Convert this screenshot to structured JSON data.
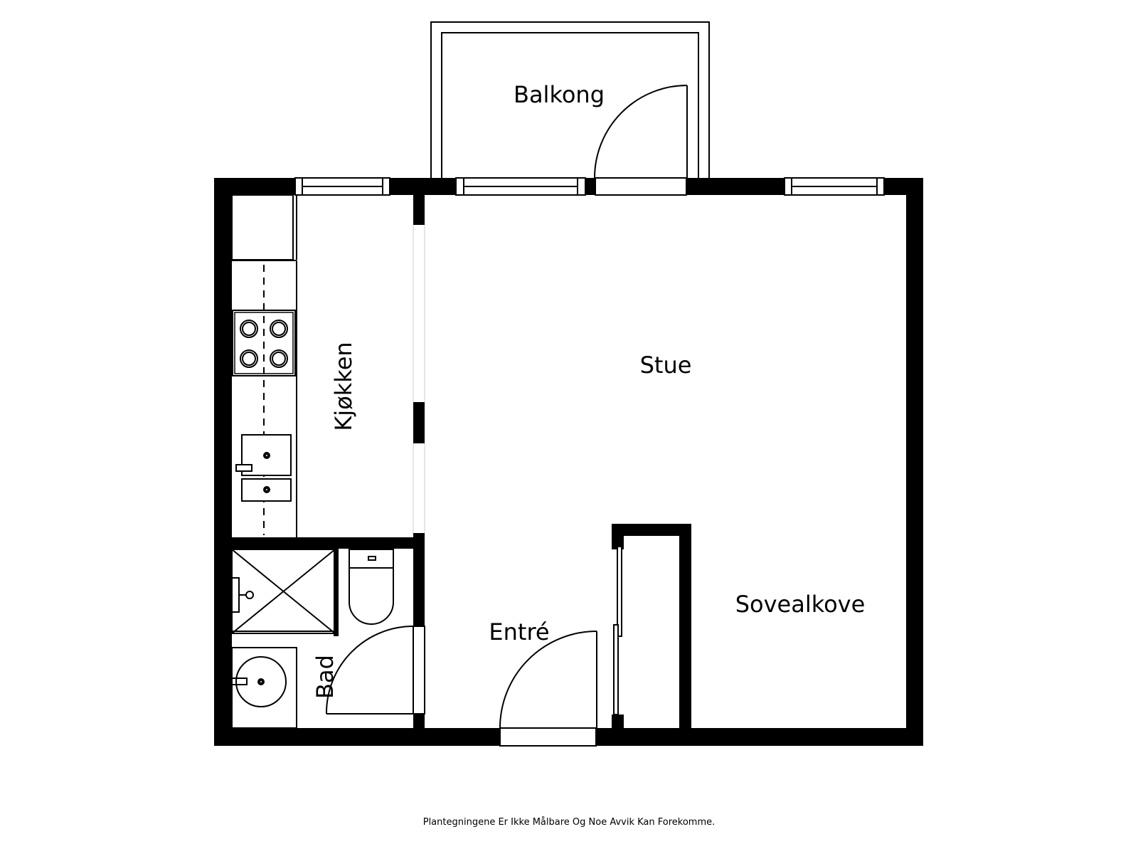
{
  "floorplan": {
    "rooms": {
      "balkong": "Balkong",
      "stue": "Stue",
      "kjokken": "Kjøkken",
      "bad": "Bad",
      "entre": "Entré",
      "sovealkove": "Sovealkove"
    },
    "disclaimer": "Plantegningene Er Ikke Målbare Og Noe Avvik Kan Forekomme."
  },
  "colors": {
    "wall": "#000000",
    "background": "#ffffff",
    "line": "#000000"
  }
}
